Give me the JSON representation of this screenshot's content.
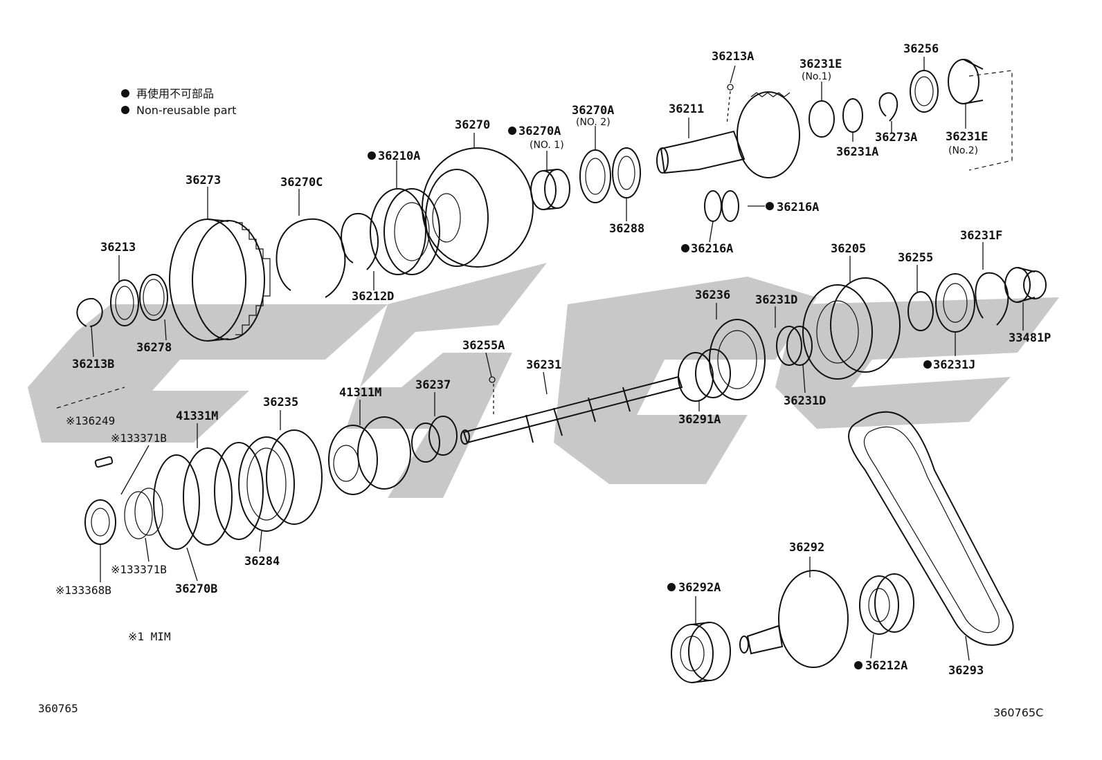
{
  "legend": {
    "jp": "再使用不可部品",
    "en": "Non-reusable part",
    "mim_note": "※1 MIM"
  },
  "diagram_ref_left": "360765",
  "diagram_ref_right": "360765C",
  "colors": {
    "ink": "#111111",
    "watermark": "#c8c8c8",
    "background": "#ffffff"
  },
  "parts": {
    "p36213A": "36213A",
    "p36231E_no1": "36231E",
    "p36231E_no1_sub": "(No.1)",
    "p36256": "36256",
    "p36211": "36211",
    "p36270A_no2": "36270A",
    "p36270A_no2_sub": "(NO. 2)",
    "p36270": "36270",
    "p36270A_no1": "36270A",
    "p36270A_no1_sub": "(NO. 1)",
    "p36210A": "36210A",
    "p36231A": "36231A",
    "p36273A": "36273A",
    "p36231E_no2": "36231E",
    "p36231E_no2_sub": "(No.2)",
    "p36273": "36273",
    "p36270C": "36270C",
    "p36288": "36288",
    "p36216A_right": "36216A",
    "p36216A_left": "36216A",
    "p36213": "36213",
    "p36212D": "36212D",
    "p36231F": "36231F",
    "p36205": "36205",
    "p36255": "36255",
    "p36236": "36236",
    "p36231D_top": "36231D",
    "p36278": "36278",
    "p36213B": "36213B",
    "p36255A": "36255A",
    "p36231": "36231",
    "p33481P": "33481P",
    "p36231J": "36231J",
    "p41311M": "41311M",
    "p36237": "36237",
    "p36235": "36235",
    "p41331M": "41331M",
    "p36249": "※136249",
    "p33371B_top": "※133371B",
    "p36291A": "36291A",
    "p36231D_bottom": "36231D",
    "p36284": "36284",
    "p33371B_bottom": "※133371B",
    "p33368B": "※133368B",
    "p36270B": "36270B",
    "p36292": "36292",
    "p36292A": "36292A",
    "p36212A": "36212A",
    "p36293": "36293"
  }
}
